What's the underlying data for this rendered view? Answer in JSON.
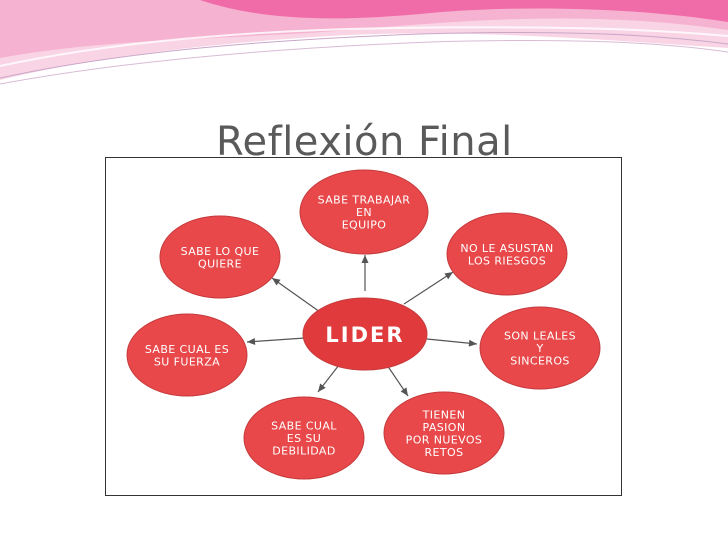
{
  "slide": {
    "title": "Reflexión Final"
  },
  "colors": {
    "node_fill": "#e8484a",
    "node_stroke": "#c53a3c",
    "center_fill": "#e03a3c",
    "arrow": "#555555",
    "title": "#5a5a5a",
    "banner_pink": "#f06ca8",
    "banner_light": "#f9c9dd"
  },
  "diagram": {
    "center": "LIDER",
    "nodes": [
      {
        "id": "equipo",
        "lines": [
          "SABE TRABAJAR",
          "EN",
          "EQUIPO"
        ]
      },
      {
        "id": "quiere",
        "lines": [
          "SABE LO QUE",
          "QUIERE"
        ]
      },
      {
        "id": "riesgos",
        "lines": [
          "NO LE ASUSTAN",
          "LOS RIESGOS"
        ]
      },
      {
        "id": "fuerza",
        "lines": [
          "SABE CUAL ES",
          "SU FUERZA"
        ]
      },
      {
        "id": "leales",
        "lines": [
          "SON LEALES",
          "Y",
          "SINCEROS"
        ]
      },
      {
        "id": "debilidad",
        "lines": [
          "SABE CUAL",
          "ES SU",
          "DEBILIDAD"
        ]
      },
      {
        "id": "retos",
        "lines": [
          "TIENEN",
          "PASION",
          "POR NUEVOS",
          "RETOS"
        ]
      }
    ]
  }
}
